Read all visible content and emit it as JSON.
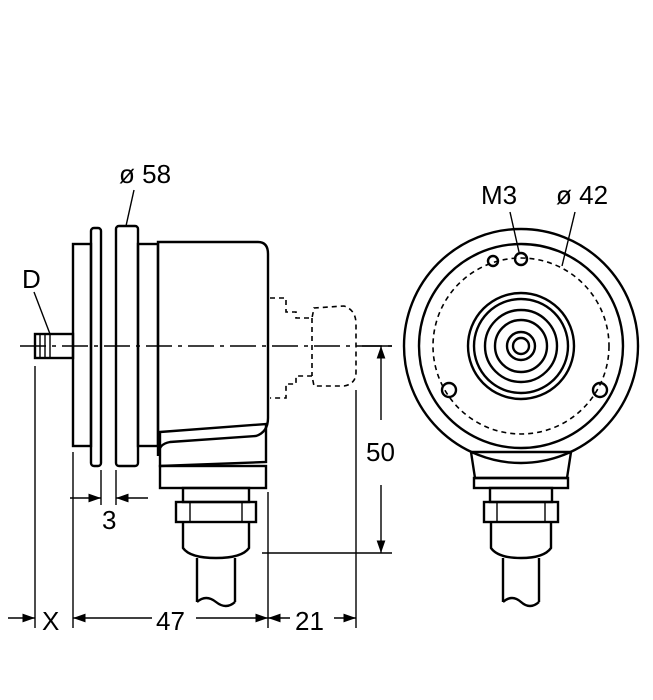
{
  "labels": {
    "flange_diameter": "ø 58",
    "shaft_label": "D",
    "mount_thread": "M3",
    "bolt_circle_diameter": "ø 42",
    "flange_thickness": "3",
    "shaft_length": "X",
    "body_length": "47",
    "connector_depth": "21",
    "connector_height": "50"
  }
}
